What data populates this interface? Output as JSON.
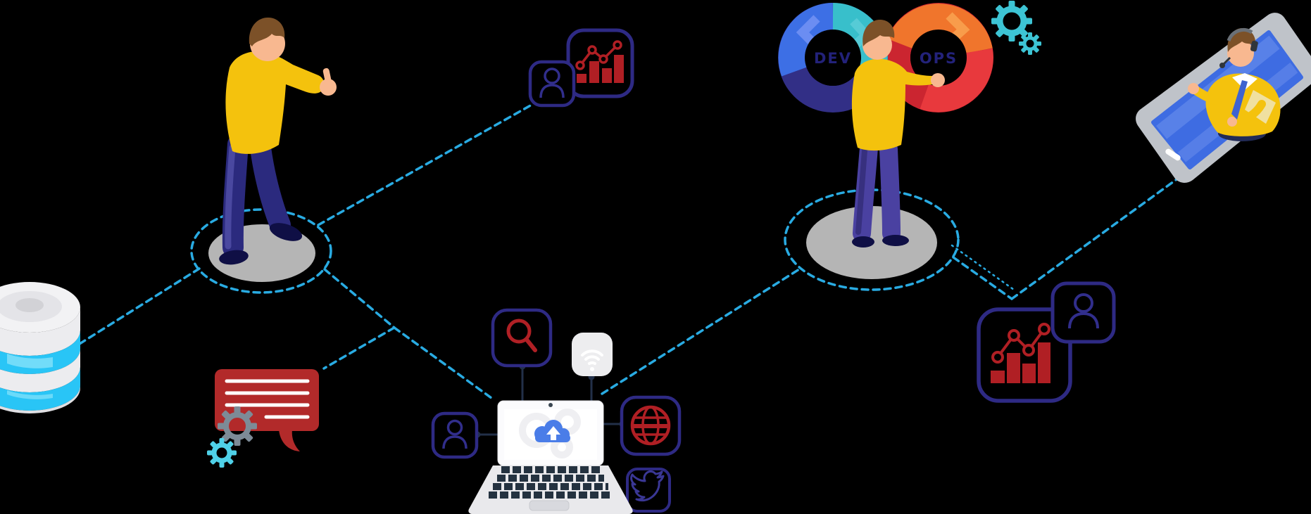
{
  "illustration": {
    "devops_loop": {
      "dev_label": "DEV",
      "ops_label": "OPS"
    },
    "palette": {
      "background": "#000000",
      "dashed_line": "#29ABE2",
      "loop_text": "#23227A",
      "sweater_yellow": "#F4C20D",
      "skin": "#F8B890",
      "hair_brown": "#7C5128",
      "pants_navy": "#2B2A7E",
      "pants_purple": "#4A41A1",
      "shoes_navy": "#0F0F45",
      "platform_gray": "#B5B5B5",
      "icon_border_indigo": "#2E2A84",
      "icon_red": "#B01F24",
      "bubble_red": "#B22A2A",
      "database_cyan": "#29C5F6",
      "loop_blue": "#3D6FE5",
      "loop_teal": "#38BFCB",
      "loop_indigo": "#322F86",
      "loop_orange": "#F0752C",
      "loop_red": "#E8393D",
      "loop_dark_red": "#CB2530",
      "cloud_blue": "#4A7DE8",
      "phone_screen_blue": "#3E6CE2",
      "gear_teal": "#3DC4D4",
      "gear_gray": "#7D8B97"
    },
    "icons": {
      "database": "database-cylinder",
      "chat": "comment-bubble",
      "analytics_badge_left": "user-and-bar-chart",
      "search": "magnifier",
      "wifi": "wifi-signal",
      "user": "person-silhouette",
      "globe": "globe-grid",
      "social": "twitter-bird",
      "laptop": "laptop-cloud-upload",
      "devops": "devops-infinity-loop",
      "gears": "gear-wheels",
      "analytics_badge_right": "user-and-bar-chart",
      "phone": "smartphone-support-agent"
    }
  }
}
